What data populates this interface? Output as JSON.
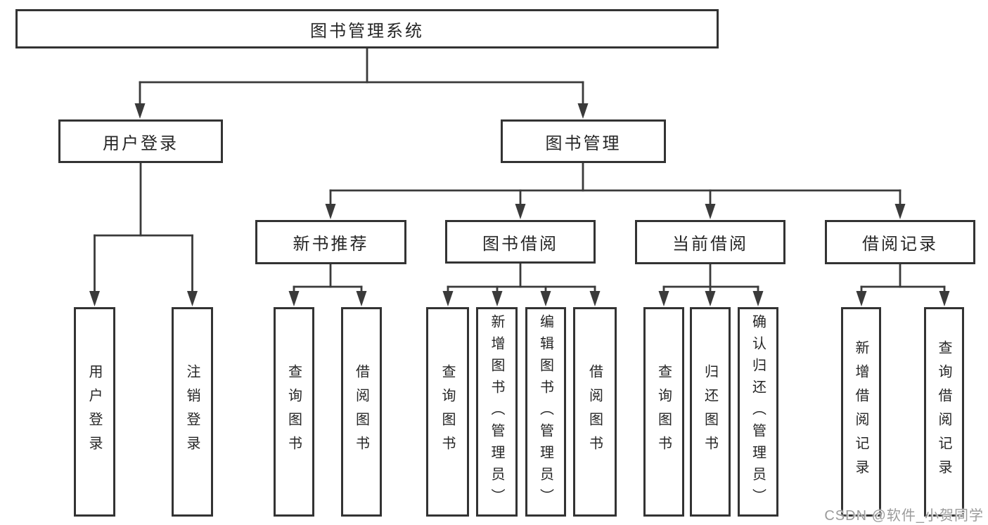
{
  "diagram": {
    "root": {
      "id": "root",
      "label": "图书管理系统"
    },
    "level2": [
      {
        "id": "user-login",
        "label": "用户登录",
        "parent": "root"
      },
      {
        "id": "book-management",
        "label": "图书管理",
        "parent": "root"
      }
    ],
    "level3": [
      {
        "id": "new-book-recommend",
        "label": "新书推荐",
        "parent": "book-management"
      },
      {
        "id": "book-borrowing",
        "label": "图书借阅",
        "parent": "book-management"
      },
      {
        "id": "current-borrowing",
        "label": "当前借阅",
        "parent": "book-management"
      },
      {
        "id": "borrow-records",
        "label": "借阅记录",
        "parent": "book-management"
      }
    ],
    "leaves": [
      {
        "id": "user-login-action",
        "label": "用户登录",
        "parent": "user-login"
      },
      {
        "id": "logout",
        "label": "注销登录",
        "parent": "user-login"
      },
      {
        "id": "query-books-1",
        "label": "查询图书",
        "parent": "new-book-recommend"
      },
      {
        "id": "borrow-books-1",
        "label": "借阅图书",
        "parent": "new-book-recommend"
      },
      {
        "id": "query-books-2",
        "label": "查询图书",
        "parent": "book-borrowing"
      },
      {
        "id": "add-book-admin",
        "label": "新增图书（管理员）",
        "parent": "book-borrowing"
      },
      {
        "id": "edit-book-admin",
        "label": "编辑图书（管理员）",
        "parent": "book-borrowing"
      },
      {
        "id": "borrow-books-2",
        "label": "借阅图书",
        "parent": "book-borrowing"
      },
      {
        "id": "query-books-3",
        "label": "查询图书",
        "parent": "current-borrowing"
      },
      {
        "id": "return-book",
        "label": "归还图书",
        "parent": "current-borrowing"
      },
      {
        "id": "confirm-return-admin",
        "label": "确认归还（管理员）",
        "parent": "current-borrowing"
      },
      {
        "id": "add-borrow-record",
        "label": "新增借阅记录",
        "parent": "borrow-records"
      },
      {
        "id": "query-borrow-record",
        "label": "查询借阅记录",
        "parent": "borrow-records"
      }
    ],
    "watermark": "CSDN @软件_小贺同学",
    "colors": {
      "line": "#3a3a3a",
      "box_border": "#333333",
      "text": "#262626",
      "watermark": "#9b9b9b",
      "background": "#ffffff"
    }
  }
}
